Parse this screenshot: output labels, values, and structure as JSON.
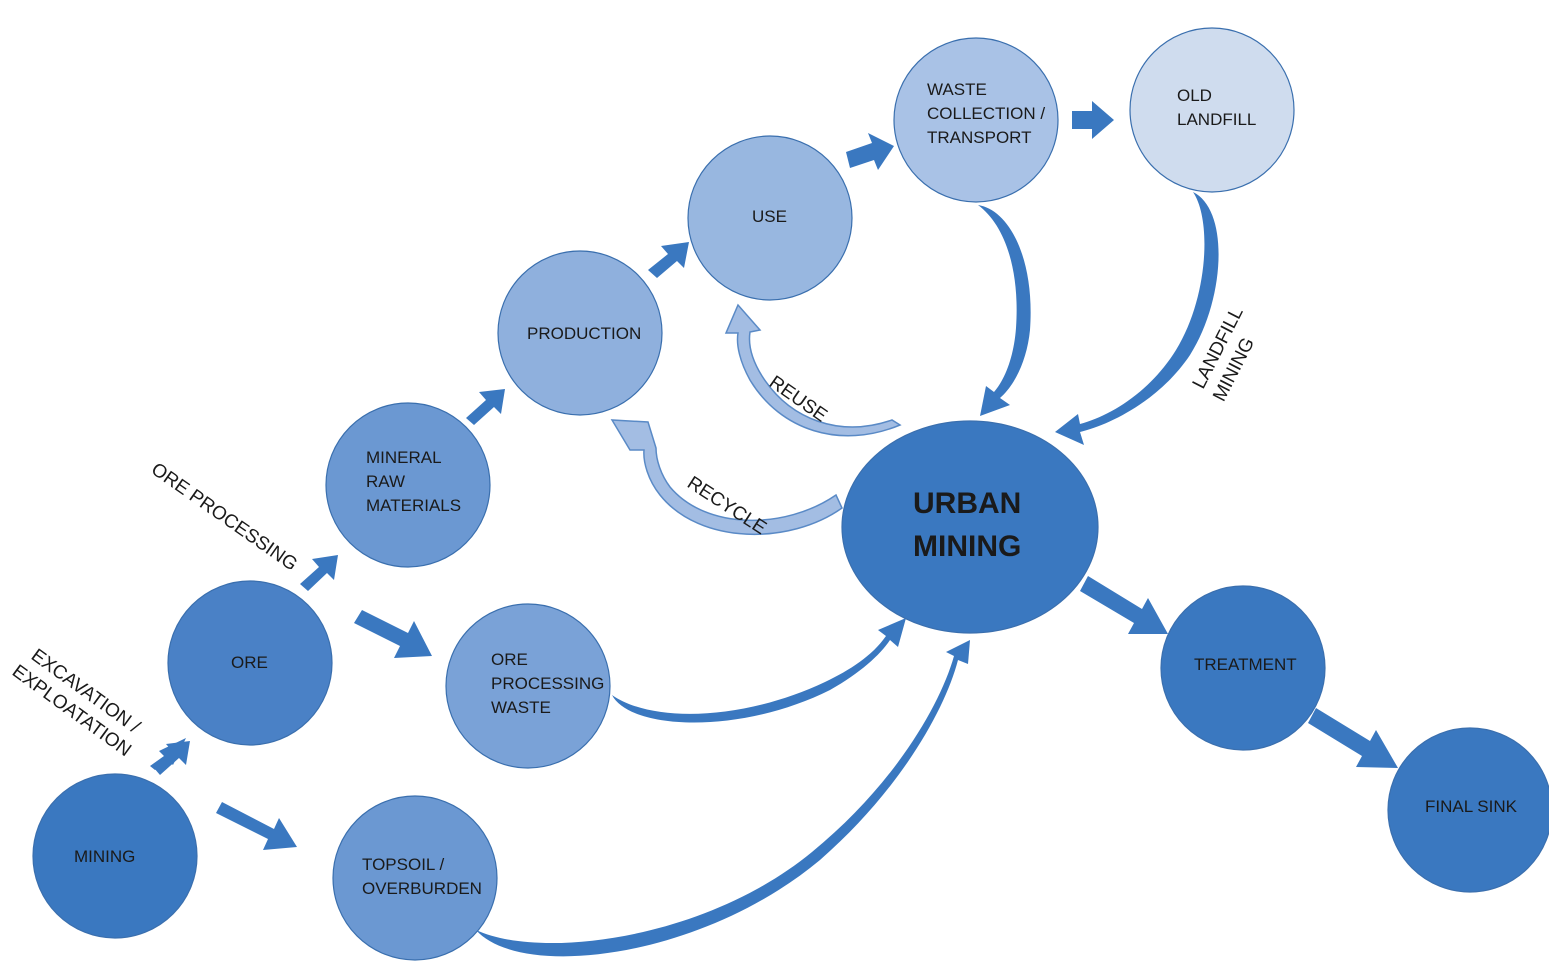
{
  "nodes": {
    "mining": {
      "lines": [
        "MINING"
      ]
    },
    "ore": {
      "lines": [
        "ORE"
      ]
    },
    "topsoil": {
      "lines": [
        "TOPSOIL /",
        "OVERBURDEN"
      ]
    },
    "mineral": {
      "lines": [
        "MINERAL",
        "RAW",
        "MATERIALS"
      ]
    },
    "ore_waste": {
      "lines": [
        "ORE",
        "PROCESSING",
        "WASTE"
      ]
    },
    "production": {
      "lines": [
        "PRODUCTION"
      ]
    },
    "use": {
      "lines": [
        "USE"
      ]
    },
    "waste_collection": {
      "lines": [
        "WASTE",
        "COLLECTION /",
        "TRANSPORT"
      ]
    },
    "old_landfill": {
      "lines": [
        "OLD",
        "LANDFILL"
      ]
    },
    "urban_mining": {
      "lines": [
        "URBAN",
        "MINING"
      ]
    },
    "treatment": {
      "lines": [
        "TREATMENT"
      ]
    },
    "final_sink": {
      "lines": [
        "FINAL SINK"
      ]
    }
  },
  "edge_labels": {
    "excavation": [
      "EXCAVATION /",
      "EXPLOATATION"
    ],
    "ore_processing": "ORE PROCESSING",
    "reuse": "REUSE",
    "recycle": "RECYCLE",
    "landfill_mining": [
      "LANDFILL",
      "MINING"
    ]
  },
  "colors": {
    "dark": "#3a78c0",
    "mid": "#6b98d2",
    "light": "#8fb0dd",
    "lighter": "#a9c2e6",
    "lightest": "#cfdcee",
    "arrow": "#3a78c0",
    "arrow_light": "#a3bde3"
  }
}
